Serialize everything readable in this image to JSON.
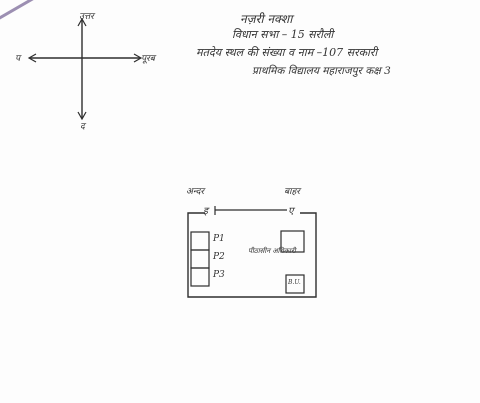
{
  "header": {
    "line1": "नज़री नक्शा",
    "line2": "विधान सभा – 15 सरौली",
    "line3": "मतदेय स्थल की संख्या व नाम –107 सरकारी",
    "line4": "प्राथमिक विद्यालय महाराजपुर कक्ष 3"
  },
  "compass": {
    "north": "उत्तर",
    "south": "द",
    "east": "पूरब",
    "west": "प"
  },
  "plan": {
    "entry_label": "अन्दर",
    "exit_label": "बाहर",
    "entry_marker": "इ",
    "exit_marker": "ए",
    "booths": [
      "P1",
      "P2",
      "P3"
    ],
    "officer_label": "पीठासीन अधिकारी",
    "box_label": "B.U."
  }
}
